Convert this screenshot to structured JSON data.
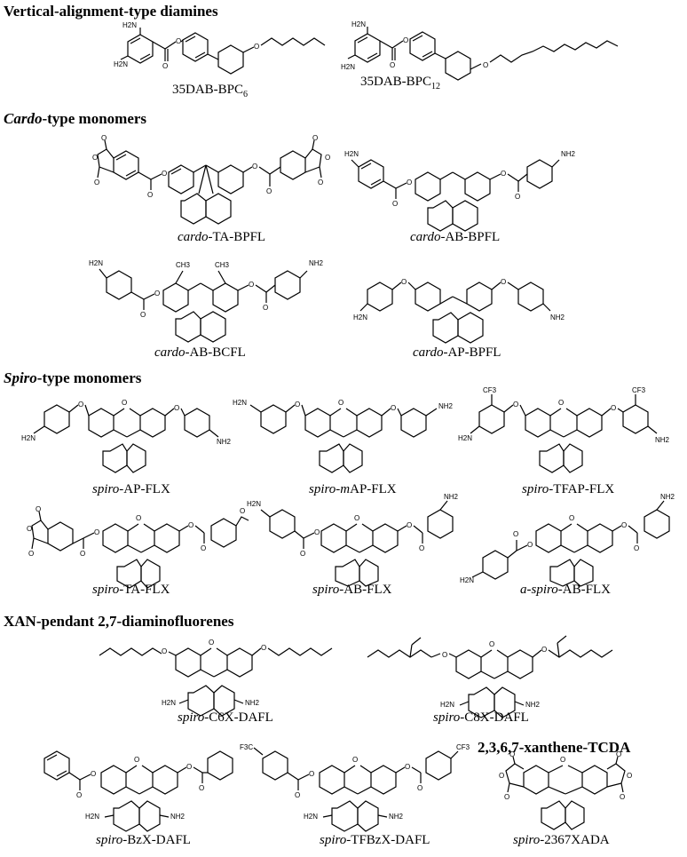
{
  "sections": [
    {
      "prefix": "",
      "emph": "",
      "rest": "Vertical-alignment-type diamines"
    },
    {
      "prefix": "",
      "emph": "Cardo",
      "rest": "-type monomers"
    },
    {
      "prefix": "",
      "emph": "Spiro",
      "rest": "-type monomers"
    },
    {
      "prefix": "",
      "emph": "",
      "rest": "XAN-pendant 2,7-diaminofluorenes"
    },
    {
      "prefix": "",
      "emph": "",
      "rest": "2,3,6,7-xanthene-TCDA"
    }
  ],
  "molecules": [
    {
      "it": "",
      "name": "35DAB-BPC",
      "sub": "6"
    },
    {
      "it": "",
      "name": "35DAB-BPC",
      "sub": "12"
    },
    {
      "it": "cardo",
      "name": "-TA-BPFL",
      "sub": ""
    },
    {
      "it": "cardo",
      "name": "-AB-BPFL",
      "sub": ""
    },
    {
      "it": "cardo",
      "name": "-AB-BCFL",
      "sub": ""
    },
    {
      "it": "cardo",
      "name": "-AP-BPFL",
      "sub": ""
    },
    {
      "it": "spiro",
      "name": "-AP-FLX",
      "sub": ""
    },
    {
      "it": "spiro-m",
      "name": "AP-FLX",
      "sub": ""
    },
    {
      "it": "spiro",
      "name": "-TFAP-FLX",
      "sub": ""
    },
    {
      "it": "spiro",
      "name": "-TA-FLX",
      "sub": ""
    },
    {
      "it": "spiro",
      "name": "-AB-FLX",
      "sub": ""
    },
    {
      "it": "a-spiro",
      "name": "-AB-FLX",
      "sub": ""
    },
    {
      "it": "spiro",
      "name": "-C6X-DAFL",
      "sub": ""
    },
    {
      "it": "spiro",
      "name": "-C8X-DAFL",
      "sub": ""
    },
    {
      "it": "spiro",
      "name": "-BzX-DAFL",
      "sub": ""
    },
    {
      "it": "spiro",
      "name": "-TFBzX-DAFL",
      "sub": ""
    },
    {
      "it": "spiro",
      "name": "-2367XADA",
      "sub": ""
    }
  ],
  "atoms": {
    "nh2": "NH2",
    "h2n": "H2N",
    "o": "O",
    "cf3": "CF3",
    "ch3": "CH3",
    "f3c": "F3C"
  }
}
